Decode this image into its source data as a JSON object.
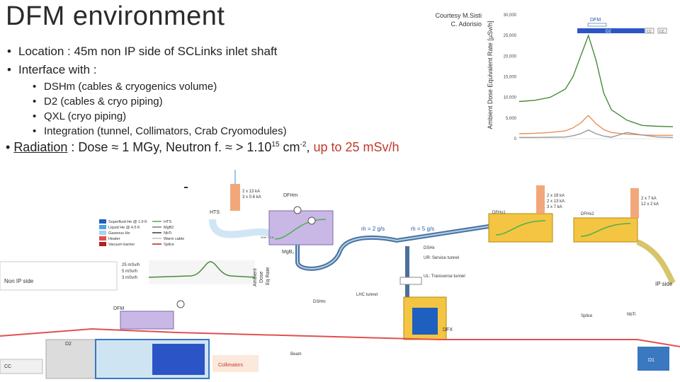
{
  "slide": {
    "title": "DFM environment",
    "courtesy": [
      "Courtesy M.Sisti",
      "C. Adorisio"
    ]
  },
  "bullets": {
    "location": "Location : 45m non IP side of SCLinks inlet shaft",
    "interface": "Interface with :",
    "sub": [
      "DSHm (cables & cryogenics volume)",
      "D2 (cables & cryo piping)",
      "QXL (cryo piping)",
      "Integration (tunnel, Collimators, Crab Cryomodules)"
    ]
  },
  "radiation": {
    "label": "Radiation",
    "text1": " : Dose ≈ 1 MGy, Neutron f. ≈ > 1.10",
    "sup1": "15",
    "text2": " cm",
    "sup2": "-2",
    "text3": ", ",
    "red": "up to 25 mSv/h"
  },
  "chart_data": {
    "type": "line",
    "ylabel": "Ambient Dose Equivalent Rate [µSv/h]",
    "ylim": [
      0,
      30000
    ],
    "yticks": [
      "30,000",
      "25,000",
      "20,000",
      "15,000",
      "10,000",
      "5,000",
      "0"
    ],
    "annotations": [
      "DFM",
      "D2",
      "CC",
      "CC"
    ],
    "series": [
      {
        "color": "#4a8a3a",
        "x": [
          0,
          0.1,
          0.2,
          0.3,
          0.35,
          0.4,
          0.45,
          0.5,
          0.55,
          0.6,
          0.7,
          0.8,
          0.9,
          1.0
        ],
        "values": [
          9000,
          9300,
          10000,
          12000,
          15000,
          20000,
          25000,
          19000,
          11000,
          7000,
          4500,
          3200,
          3000,
          2900
        ]
      },
      {
        "color": "#e8915a",
        "x": [
          0,
          0.1,
          0.2,
          0.3,
          0.35,
          0.4,
          0.45,
          0.5,
          0.55,
          0.6,
          0.7,
          0.8,
          0.9,
          1.0
        ],
        "values": [
          1200,
          1300,
          1500,
          1900,
          2600,
          3800,
          5600,
          3600,
          2200,
          1500,
          1100,
          900,
          800,
          800
        ]
      },
      {
        "color": "#999999",
        "x": [
          0,
          0.1,
          0.2,
          0.3,
          0.35,
          0.4,
          0.45,
          0.5,
          0.55,
          0.6,
          0.7,
          0.8,
          0.9,
          1.0
        ],
        "values": [
          300,
          300,
          350,
          400,
          700,
          1200,
          2100,
          1200,
          600,
          350,
          1500,
          900,
          400,
          300
        ]
      }
    ]
  },
  "diagram": {
    "hts": "HTS",
    "dshm": "DFHm",
    "currents_left": [
      "2 x 13 kA",
      "3 x 0.6 kA"
    ],
    "currents_right": [
      "2 x 18 kA",
      "2 x 13 kA",
      "3 x 7 kA"
    ],
    "currents_far": [
      "2 x 7 kA",
      "12 x 2 kA"
    ],
    "dfhx1": "DFHx1",
    "dfhx2": "DFHx2",
    "flow1": "ṁ = 2 g/s",
    "flow2": "ṁ = 5 g/s",
    "mgb2": "MgB₂",
    "dshx": "DSHx",
    "ur": "UR: Service tunnel",
    "ul": "UL: Transverse tunnel",
    "non_ip": "Non IP side",
    "ip": "IP side",
    "lhc_tunnel": "LHC tunnel",
    "dshm2": "DSHm",
    "dfm": "DFM",
    "splice": "Splice",
    "nbti": "NbTi",
    "dfx": "DFX",
    "d2": "D2",
    "cc": "CC",
    "beam": "Beam",
    "collimators": "Collimators",
    "d1": "D1",
    "ambient": [
      "Ambient",
      "Dose",
      "Eq Rate"
    ],
    "dose_levels": [
      "25 mSv/h",
      "5 mSv/h",
      "3 mSv/h"
    ],
    "legend": [
      {
        "label": "Superfluid He @ 1.9 K",
        "color": "#1f5fbf"
      },
      {
        "label": "Liquid He @ 4.5 K",
        "color": "#4da3e0"
      },
      {
        "label": "Gaseous He",
        "color": "#a9d3f0"
      },
      {
        "label": "Heater",
        "color": "#e05050"
      },
      {
        "label": "Vacuum barrier",
        "color": "#b22020"
      }
    ],
    "legend2": [
      {
        "label": "HTS",
        "color": "#4caf50"
      },
      {
        "label": "MgB2",
        "color": "#7a7a7a"
      },
      {
        "label": "NbTi",
        "color": "#3a3a3a"
      },
      {
        "label": "Warm cable",
        "color": "#c0c0c0"
      },
      {
        "label": "Splice",
        "color": "#b22020"
      }
    ]
  }
}
